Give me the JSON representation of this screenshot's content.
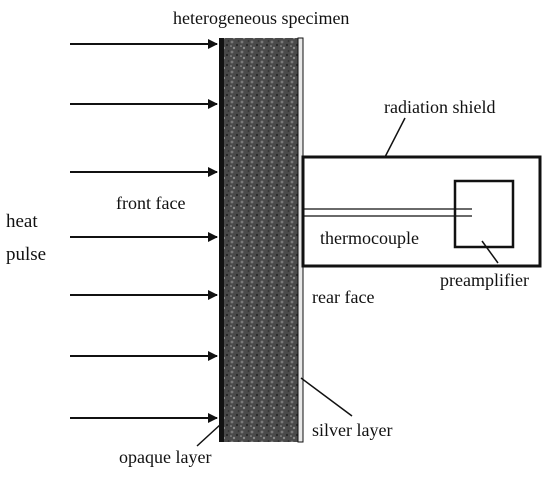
{
  "labels": {
    "specimen": "heterogeneous specimen",
    "radiation_shield": "radiation shield",
    "front_face": "front face",
    "heat": "heat",
    "pulse": "pulse",
    "thermocouple": "thermocouple",
    "preamplifier": "preamplifier",
    "rear_face": "rear face",
    "silver_layer": "silver layer",
    "opaque_layer": "opaque layer"
  },
  "colors": {
    "line": "#111111",
    "specimen_fill": "#4a4a4a",
    "opaque_layer": "#111111",
    "silver_layer": "#e8e8e8"
  }
}
